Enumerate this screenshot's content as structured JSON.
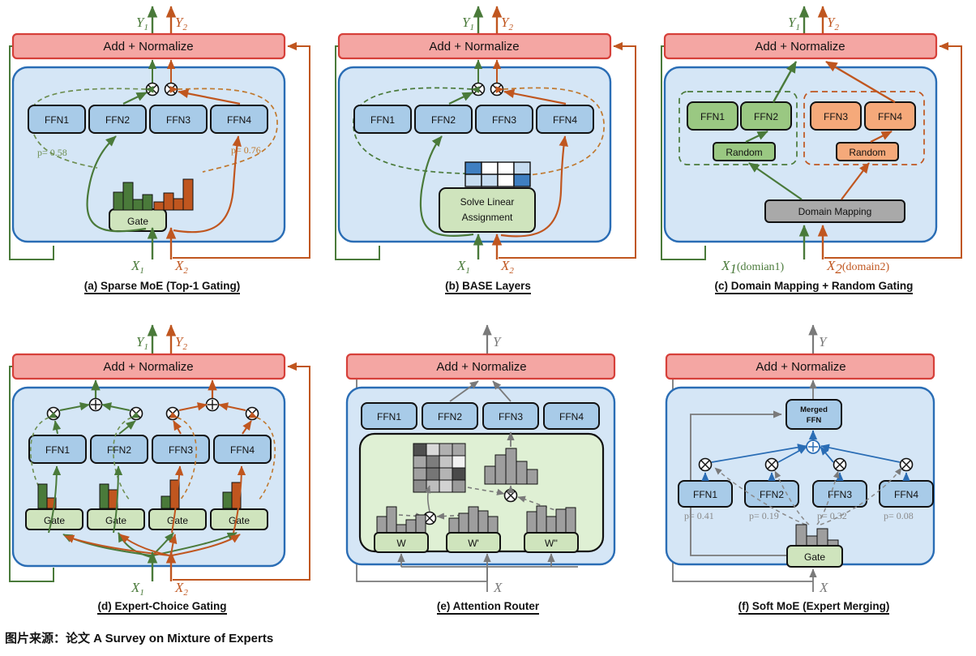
{
  "source_note": "图片来源：论文 A Survey on Mixture of Experts",
  "colors": {
    "addnorm_fill": "#f4a6a3",
    "addnorm_stroke": "#d6403a",
    "container_fill": "#d5e6f6",
    "container_stroke": "#2a6db5",
    "ffn_fill": "#a8cbe8",
    "ffn_stroke": "#111111",
    "gate_fill": "#cfe4bd",
    "gate_stroke": "#111111",
    "green": "#4a7a3a",
    "orange": "#c0561f",
    "gray": "#7a7a7a",
    "blue_arrow": "#2a6db5",
    "expert_green": "#9ac882",
    "expert_orange": "#f5a97a",
    "domain_gray": "#a9a9a9",
    "router_fill": "#dff0d4",
    "bar_gray": "#9e9e9e"
  },
  "common": {
    "add_normalize": "Add + Normalize",
    "ffn_labels": [
      "FFN1",
      "FFN2",
      "FFN3",
      "FFN4"
    ],
    "gate": "Gate",
    "y1": "Y",
    "y1_sub": "1",
    "y2": "Y",
    "y2_sub": "2",
    "x1": "X",
    "x1_sub": "1",
    "x2": "X",
    "x2_sub": "2",
    "x": "X",
    "y": "Y"
  },
  "panels": [
    {
      "id": "a",
      "caption": "(a) Sparse MoE (Top-1 Gating)",
      "ffn": [
        "FFN1",
        "FFN2",
        "FFN3",
        "FFN4"
      ],
      "gate_label": "Gate",
      "prob_left": "p= 0.58",
      "prob_right": "p= 0.76",
      "inputs": [
        "X₁",
        "X₂"
      ],
      "outputs": [
        "Y₁",
        "Y₂"
      ],
      "gate_hist_green": [
        0.62,
        1.0,
        0.38,
        0.55
      ],
      "gate_hist_orange": [
        0.3,
        0.62,
        0.42,
        1.0
      ]
    },
    {
      "id": "b",
      "caption": "(b) BASE Layers",
      "ffn": [
        "FFN1",
        "FFN2",
        "FFN3",
        "FFN4"
      ],
      "gate_label": "Solve Linear Assignment",
      "gate_label_line1": "Solve Linear",
      "gate_label_line2": "Assignment",
      "inputs": [
        "X₁",
        "X₂"
      ],
      "outputs": [
        "Y₁",
        "Y₂"
      ],
      "assignment_matrix": [
        [
          "dark",
          "white",
          "white",
          "light"
        ],
        [
          "light",
          "light",
          "white",
          "dark"
        ]
      ]
    },
    {
      "id": "c",
      "caption": "(c) Domain Mapping + Random Gating",
      "ffn": [
        "FFN1",
        "FFN2",
        "FFN3",
        "FFN4"
      ],
      "random_left": "Random",
      "random_right": "Random",
      "domain_mapping": "Domain Mapping",
      "input_left": "X₁(domian1)",
      "input_right": "X₂(domain2)",
      "input_left_sym": "X",
      "input_left_sub": "1",
      "input_left_rest": "(domian1)",
      "input_right_sym": "X",
      "input_right_sub": "2",
      "input_right_rest": "(domain2)",
      "outputs": [
        "Y₁",
        "Y₂"
      ]
    },
    {
      "id": "d",
      "caption": "(d) Expert-Choice Gating",
      "ffn": [
        "FFN1",
        "FFN2",
        "FFN3",
        "FFN4"
      ],
      "gates": [
        "Gate",
        "Gate",
        "Gate",
        "Gate"
      ],
      "inputs": [
        "X₁",
        "X₂"
      ],
      "outputs": [
        "Y₁",
        "Y₂"
      ],
      "gate_bars": [
        {
          "green": 1.0,
          "orange": 0.42
        },
        {
          "green": 1.0,
          "orange": 0.78
        },
        {
          "green": 0.5,
          "orange": 1.0
        },
        {
          "green": 0.66,
          "orange": 1.0
        }
      ]
    },
    {
      "id": "e",
      "caption": "(e) Attention Router",
      "ffn": [
        "FFN1",
        "FFN2",
        "FFN3",
        "FFN4"
      ],
      "weights": [
        "W",
        "W'",
        "W''"
      ],
      "input": "X",
      "output": "Y",
      "hist_w": [
        0.55,
        0.95,
        0.3,
        0.45,
        0.6
      ],
      "hist_wp": [
        0.5,
        0.7,
        0.95,
        0.8,
        0.62
      ],
      "hist_wpp": [
        0.75,
        1.0,
        0.6,
        0.85,
        0.9
      ],
      "hist_mid": [
        0.55,
        0.8,
        1.0,
        0.62,
        0.45
      ],
      "attn_matrix": [
        [
          0.25,
          0.85,
          0.65,
          0.6
        ],
        [
          0.62,
          0.45,
          0.75,
          0.92
        ],
        [
          0.6,
          0.4,
          0.68,
          0.28
        ],
        [
          0.5,
          0.72,
          0.8,
          0.55
        ]
      ]
    },
    {
      "id": "f",
      "caption": "(f) Soft MoE (Expert Merging)",
      "ffn": [
        "FFN1",
        "FFN2",
        "FFN3",
        "FFN4"
      ],
      "merged_ffn_line1": "Merged",
      "merged_ffn_line2": "FFN",
      "gate_label": "Gate",
      "probs": [
        "p= 0.41",
        "p= 0.19",
        "p= 0.32",
        "p= 0.08"
      ],
      "input": "X",
      "output": "Y",
      "gate_hist": [
        1.0,
        0.45,
        0.8,
        0.25
      ]
    }
  ]
}
